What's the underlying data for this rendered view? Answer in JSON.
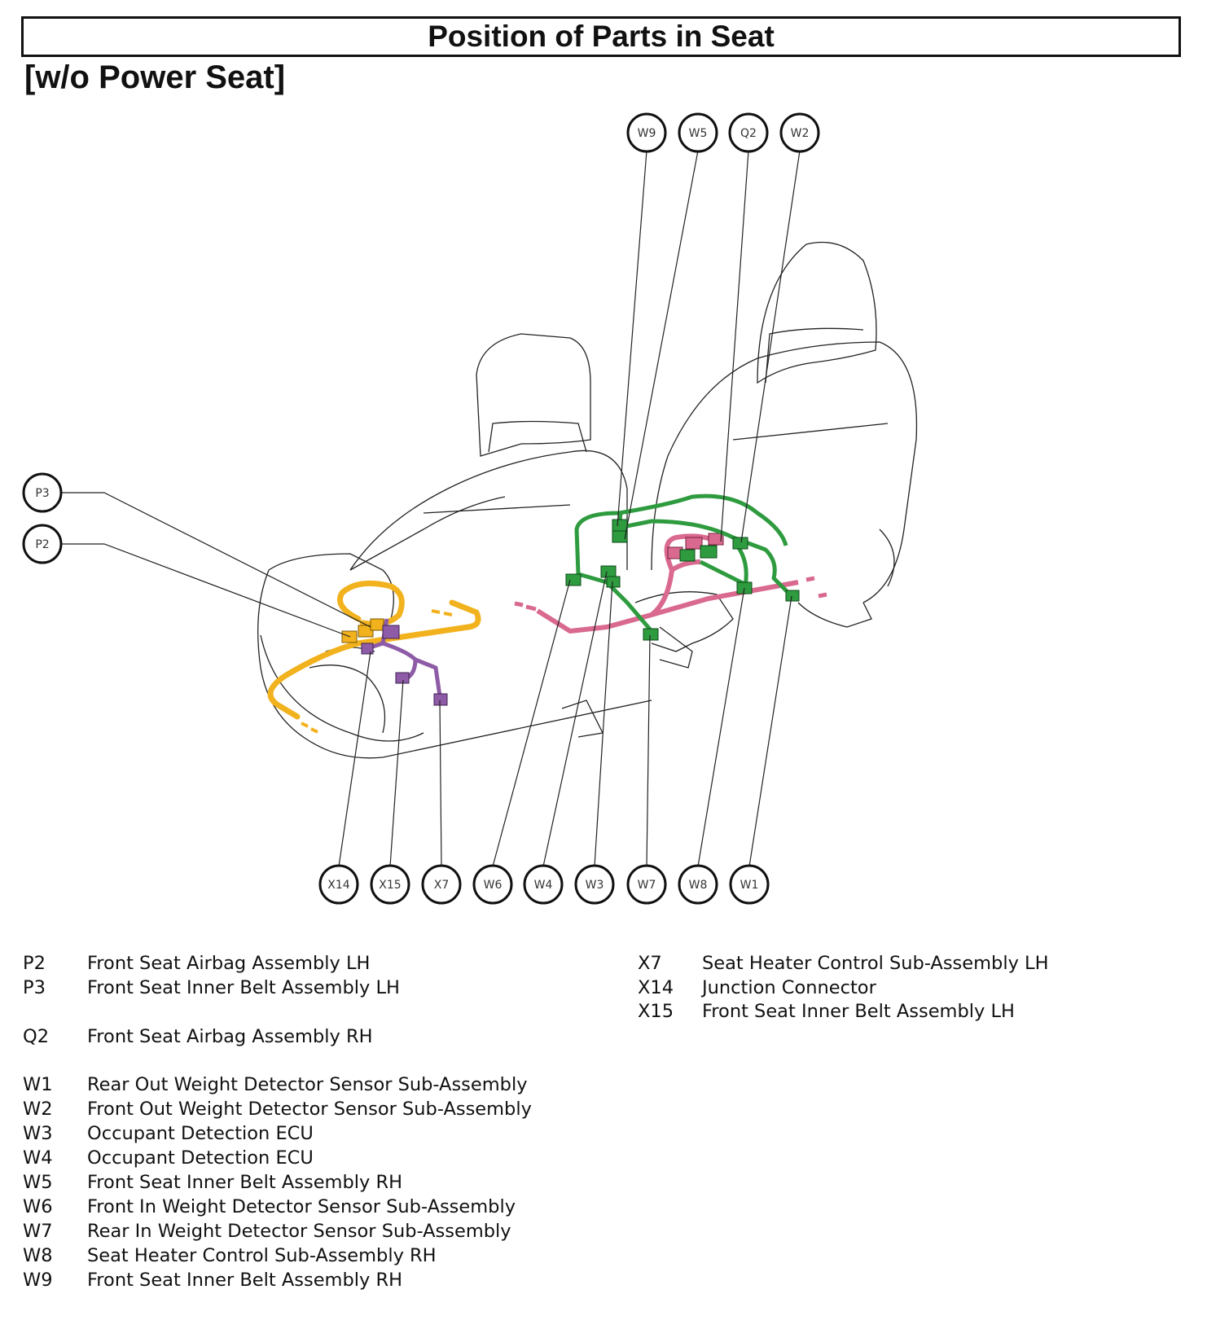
{
  "title": "Position of Parts in Seat",
  "subtitle": "[w/o Power Seat]",
  "callouts": {
    "top": [
      "W9",
      "W5",
      "Q2",
      "W2"
    ],
    "left": [
      "P3",
      "P2"
    ],
    "bottom": [
      "X14",
      "X15",
      "X7",
      "W6",
      "W4",
      "W3",
      "W7",
      "W8",
      "W1"
    ]
  },
  "colors": {
    "orange_harness": "#F2B21E",
    "purple_harness": "#8E5BA6",
    "green_harness": "#2E9B3F",
    "pink_harness": "#D9698E",
    "outline": "#222222"
  },
  "legend_left": [
    {
      "code": "P2",
      "desc": "Front Seat Airbag Assembly LH"
    },
    {
      "code": "P3",
      "desc": "Front Seat Inner Belt Assembly LH"
    },
    {
      "code": "Q2",
      "desc": "Front Seat Airbag Assembly RH"
    },
    {
      "code": "W1",
      "desc": "Rear Out Weight Detector Sensor Sub-Assembly"
    },
    {
      "code": "W2",
      "desc": "Front Out Weight Detector Sensor Sub-Assembly"
    },
    {
      "code": "W3",
      "desc": "Occupant Detection ECU"
    },
    {
      "code": "W4",
      "desc": "Occupant Detection ECU"
    },
    {
      "code": "W5",
      "desc": "Front Seat Inner Belt Assembly RH"
    },
    {
      "code": "W6",
      "desc": "Front In Weight Detector Sensor Sub-Assembly"
    },
    {
      "code": "W7",
      "desc": "Rear In Weight Detector Sensor Sub-Assembly"
    },
    {
      "code": "W8",
      "desc": "Seat Heater Control Sub-Assembly RH"
    },
    {
      "code": "W9",
      "desc": "Front Seat Inner Belt Assembly RH"
    }
  ],
  "legend_right": [
    {
      "code": "X7",
      "desc": "Seat Heater Control Sub-Assembly LH"
    },
    {
      "code": "X14",
      "desc": "Junction Connector"
    },
    {
      "code": "X15",
      "desc": "Front Seat Inner Belt Assembly LH"
    }
  ]
}
